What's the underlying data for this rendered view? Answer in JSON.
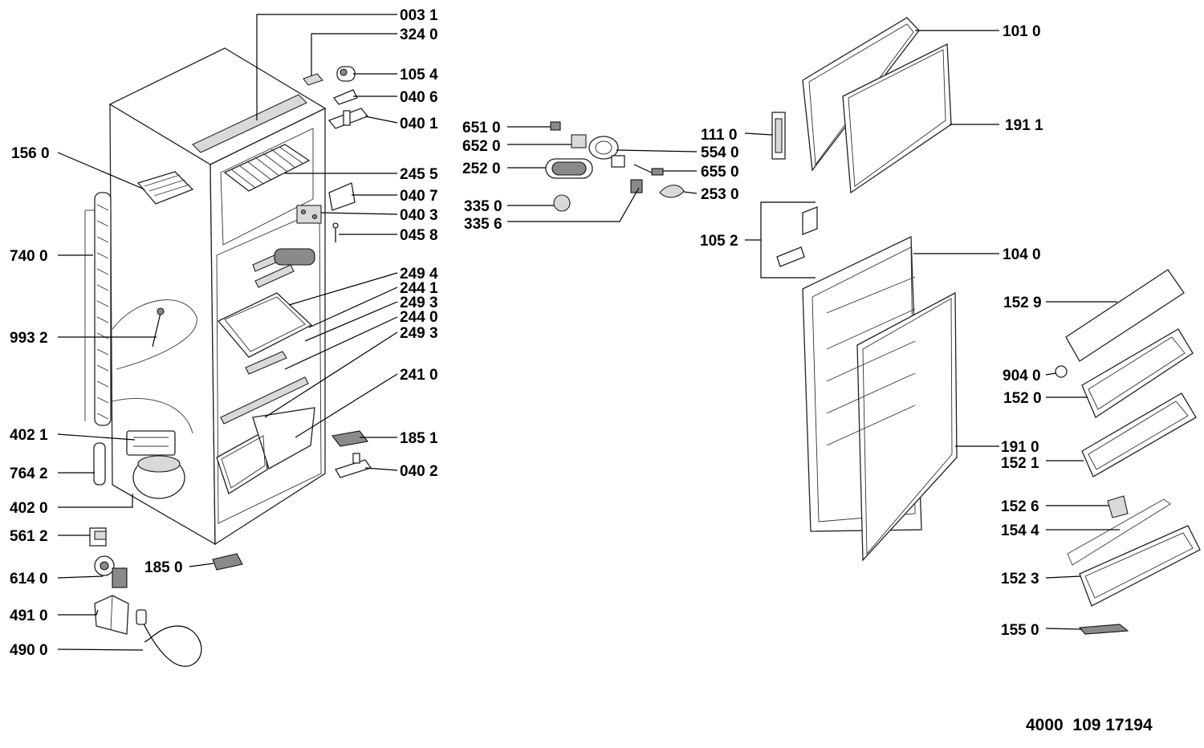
{
  "document_code": "4000  109 17194",
  "parts": {
    "p0031": "003 1",
    "p3240": "324 0",
    "p1054": "105 4",
    "p0406": "040 6",
    "p0401": "040 1",
    "p1560": "156 0",
    "p2455": "245 5",
    "p0407": "040 7",
    "p0403": "040 3",
    "p0458": "045 8",
    "p7400": "740 0",
    "p2494": "249 4",
    "p2441": "244 1",
    "p2493a": "249 3",
    "p2440": "244 0",
    "p2493b": "249 3",
    "p9932": "993 2",
    "p2410": "241 0",
    "p4021": "402 1",
    "p1851": "185 1",
    "p7642": "764 2",
    "p0402": "040 2",
    "p4020": "402 0",
    "p5612": "561 2",
    "p1850": "185 0",
    "p6140": "614 0",
    "p4910": "491 0",
    "p4900": "490 0",
    "p6510": "651 0",
    "p6520": "652 0",
    "p2520": "252 0",
    "p3350": "335 0",
    "p3356": "335 6",
    "p1110": "111 0",
    "p5540": "554 0",
    "p6550": "655 0",
    "p2530": "253 0",
    "p1052": "105 2",
    "p1010": "101 0",
    "p1911": "191 1",
    "p1040": "104 0",
    "p1529": "152 9",
    "p9040": "904 0",
    "p1520": "152 0",
    "p1910": "191 0",
    "p1521": "152 1",
    "p1526": "152 6",
    "p1544": "154 4",
    "p1523": "152 3",
    "p1550": "155 0"
  }
}
